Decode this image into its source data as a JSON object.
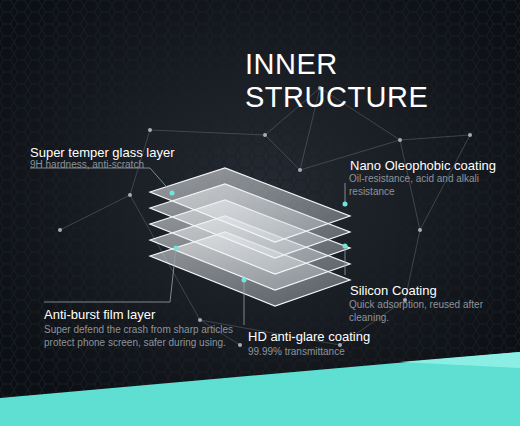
{
  "diagram": {
    "title": "INNER STRUCTURE",
    "labels": [
      "Super temper glass layer",
      "9H hardness, anti-scratch",
      "Nano Oleophobic coating",
      "Oil-resistance, acid and alkali resistance",
      "Silicon Coating",
      "Quick adsorption, reused after cleaning.",
      "Anti-burst film layer",
      "Super defend the crash from sharp articles protect phone screen, safer during using.",
      "HD anti-glare coating",
      "99.99% transmittance"
    ]
  }
}
